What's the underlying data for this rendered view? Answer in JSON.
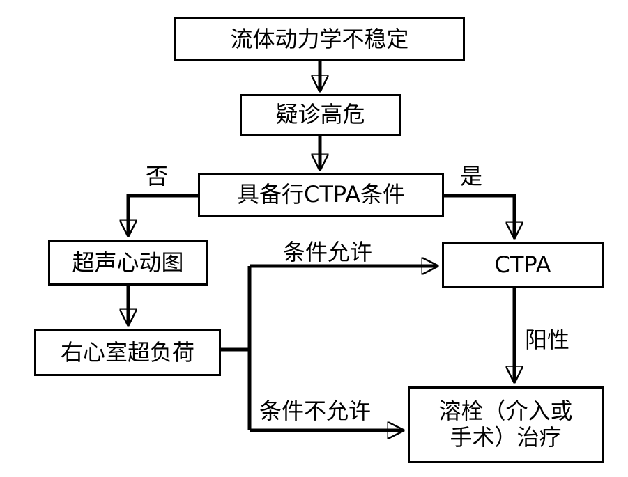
{
  "diagram": {
    "title_text": "",
    "colors": {
      "stroke": "#000000",
      "fill": "#ffffff",
      "text": "#000000"
    },
    "nodes": [
      {
        "id": "hemodynamic-instability",
        "label": "流体动力学不稳定"
      },
      {
        "id": "suspected-high-risk",
        "label": "疑诊高危"
      },
      {
        "id": "ctpa-eligible",
        "label": "具备行CTPA条件"
      },
      {
        "id": "echocardiography",
        "label": "超声心动图"
      },
      {
        "id": "rv-overload",
        "label": "右心室超负荷"
      },
      {
        "id": "ctpa",
        "label": "CTPA"
      },
      {
        "id": "thrombolysis-treatment",
        "label": "溶栓（介入或\n手术）治疗"
      }
    ],
    "edge_labels": [
      {
        "id": "no",
        "label": "否"
      },
      {
        "id": "yes",
        "label": "是"
      },
      {
        "id": "conditions-permit",
        "label": "条件允许"
      },
      {
        "id": "conditions-not-permit",
        "label": "条件不允许"
      },
      {
        "id": "positive",
        "label": "阳性"
      }
    ]
  }
}
